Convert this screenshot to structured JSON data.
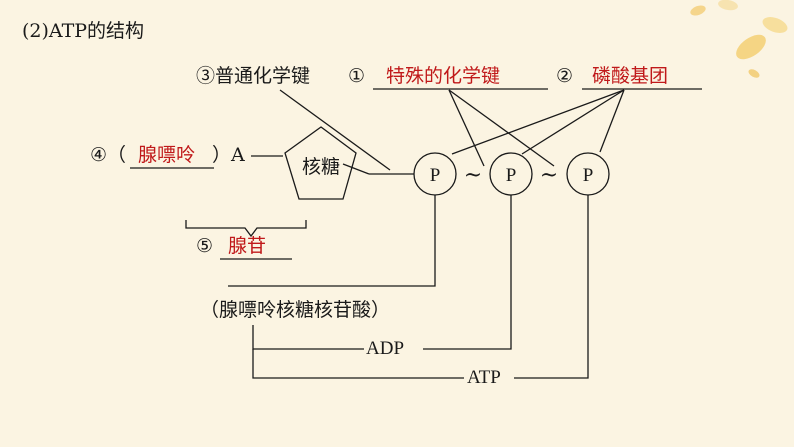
{
  "title": "(2)ATP的结构",
  "labels": {
    "bond_common": "③普通化学键",
    "marker_1": "①",
    "special_bond": "特殊的化学键",
    "marker_2": "②",
    "phosphate_group": "磷酸基团",
    "marker_4": "④（",
    "adenine": "腺嘌呤",
    "close_paren": "）A",
    "ribose": "核糖",
    "marker_5": "⑤",
    "adenosine": "腺苷",
    "amp": "（腺嘌呤核糖核苷酸）",
    "adp": "ADP",
    "atp": "ATP"
  },
  "phosphates": [
    "P",
    "P",
    "P"
  ],
  "tilde": "~",
  "colors": {
    "answer": "#c0191a",
    "background": "#fbf4e2",
    "line": "#1a1a1a"
  }
}
